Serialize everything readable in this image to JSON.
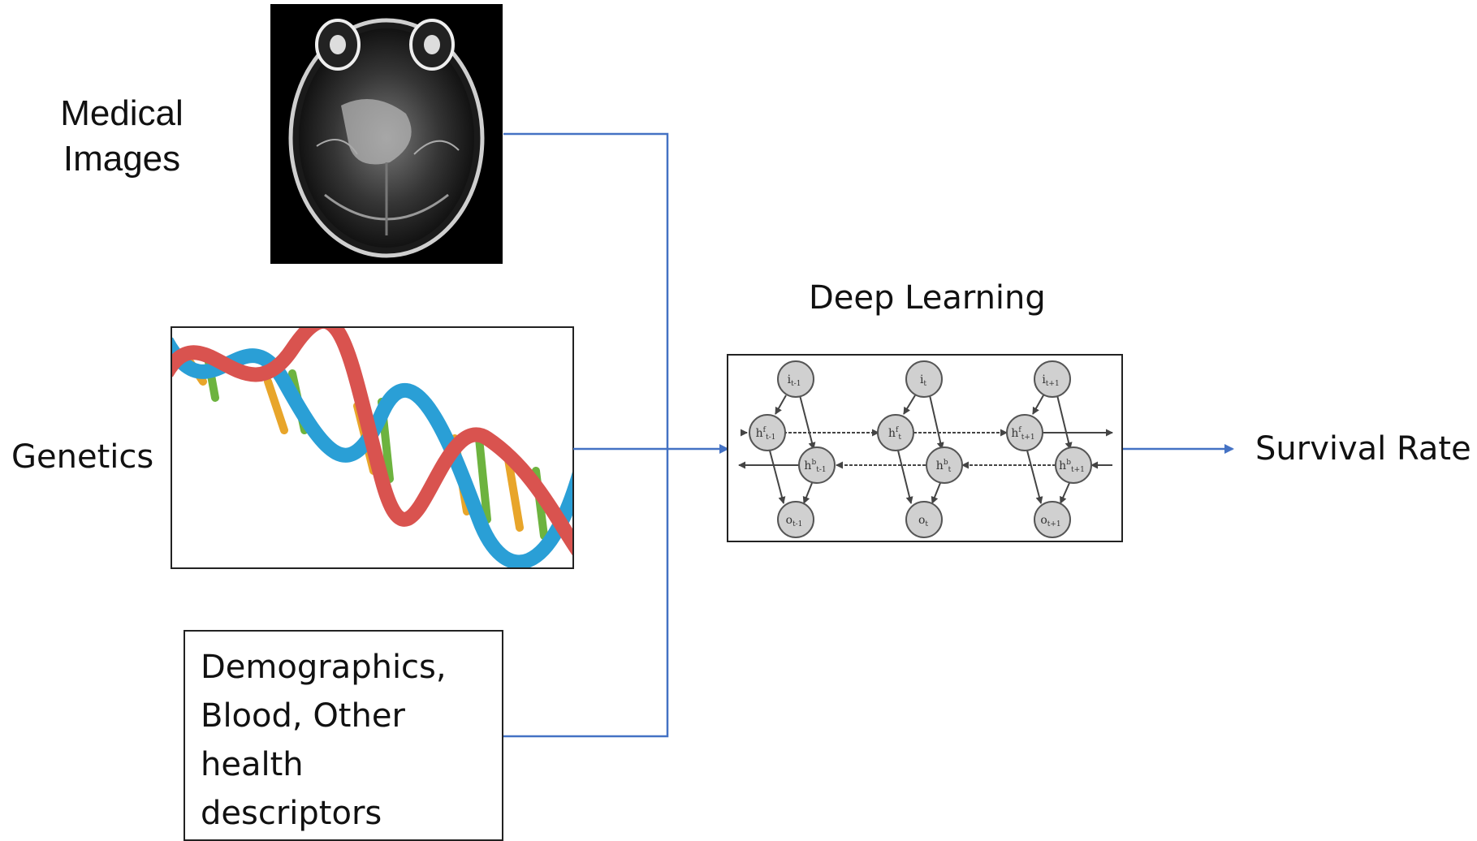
{
  "inputs": {
    "medical_images": {
      "line1": "Medical",
      "line2": "Images"
    },
    "genetics": {
      "label": "Genetics"
    },
    "other": {
      "line1": "Demographics,",
      "line2": "Blood, Other",
      "line3": "health",
      "line4": "descriptors"
    }
  },
  "model": {
    "title": "Deep Learning",
    "nodes": {
      "i_prev": "i",
      "i_prev_sub": "t-1",
      "i_cur": "i",
      "i_cur_sub": "t",
      "i_next": "i",
      "i_next_sub": "t+1",
      "hf_prev": "h",
      "hf_prev_sup": "f",
      "hf_prev_sub": "t-1",
      "hf_cur": "h",
      "hf_cur_sup": "f",
      "hf_cur_sub": "t",
      "hf_next": "h",
      "hf_next_sup": "f",
      "hf_next_sub": "t+1",
      "hb_prev": "h",
      "hb_prev_sup": "b",
      "hb_prev_sub": "t-1",
      "hb_cur": "h",
      "hb_cur_sup": "b",
      "hb_cur_sub": "t",
      "hb_next": "h",
      "hb_next_sup": "b",
      "hb_next_sub": "t+1",
      "o_prev": "o",
      "o_prev_sub": "t-1",
      "o_cur": "o",
      "o_cur_sub": "t",
      "o_next": "o",
      "o_next_sub": "t+1"
    }
  },
  "output": {
    "label": "Survival Rate"
  },
  "colors": {
    "connector": "#4472c4",
    "node_fill": "#d0d0d0",
    "node_stroke": "#555555"
  }
}
